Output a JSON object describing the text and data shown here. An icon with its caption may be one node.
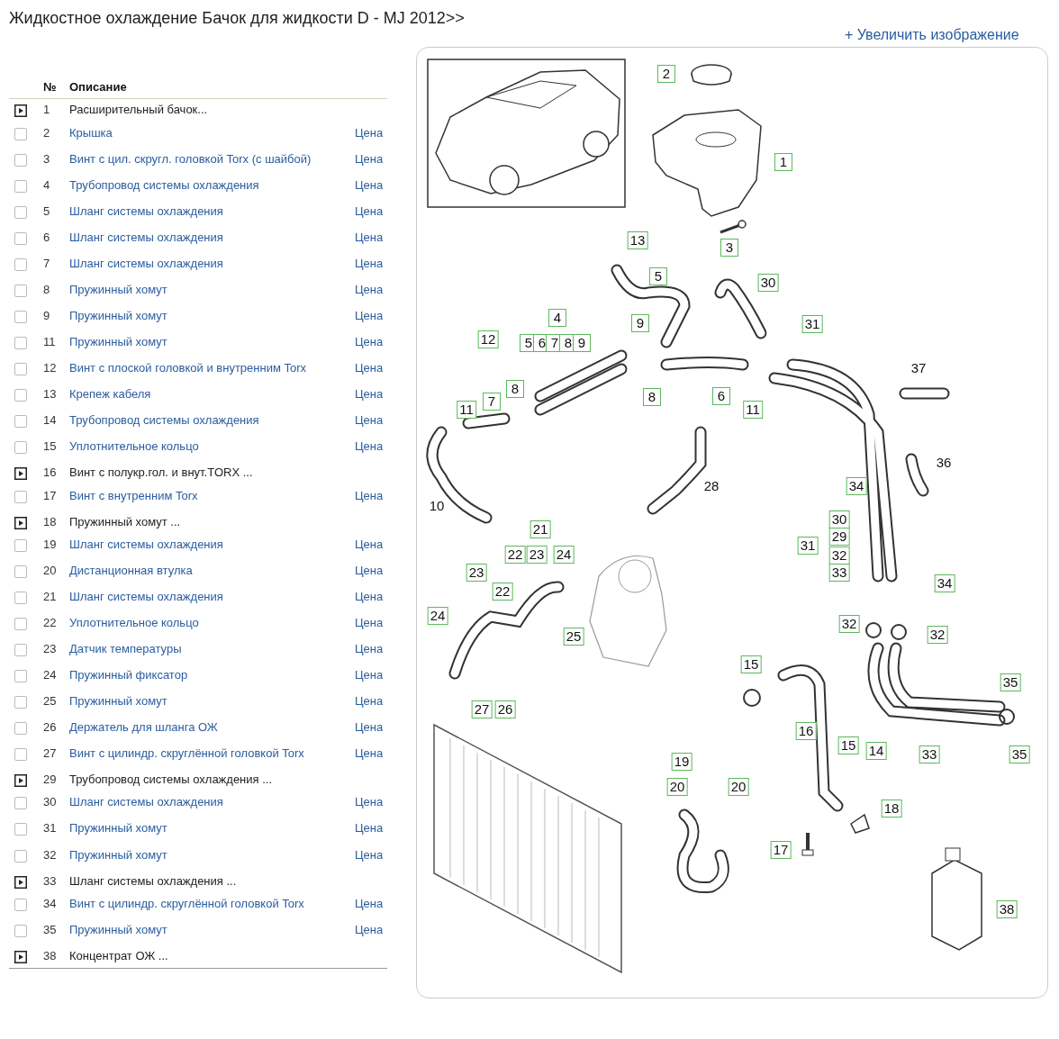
{
  "diagram": {
    "title": "Жидкостное охлаждение Бачок для жидкости D - MJ 2012>>",
    "labels": [
      "+ Увеличить изображение",
      "№",
      "Описание",
      "1",
      "Расширительный бачок...",
      "2",
      "Крышка",
      "Цена",
      "3",
      "Винт с цил. скругл. головкой Torx (с шайбой)",
      "Цена",
      "4",
      "Трубопровод системы охлаждения",
      "Цена",
      "5",
      "Шланг системы охлаждения",
      "Цена",
      "6",
      "Шланг системы охлаждения",
      "Цена",
      "7",
      "Шланг системы охлаждения",
      "Цена",
      "8",
      "Пружинный хомут",
      "Цена",
      "9",
      "Пружинный хомут",
      "Цена",
      "11",
      "Пружинный хомут",
      "Цена",
      "12",
      "Винт с плоской головкой и внутренним Torx",
      "Цена",
      "13",
      "Крепеж кабеля",
      "Цена",
      "14",
      "Трубопровод системы охлаждения",
      "Цена",
      "15",
      "Уплотнительное кольцо",
      "Цена",
      "16",
      "Винт с полукр.гол. и внут.TORX ...",
      "17",
      "Винт с внутренним Torx",
      "Цена",
      "18",
      "Пружинный хомут ...",
      "19",
      "Шланг системы охлаждения",
      "Цена",
      "20",
      "Дистанционная втулка",
      "Цена",
      "21",
      "Шланг системы охлаждения",
      "Цена",
      "22",
      "Уплотнительное кольцо",
      "Цена",
      "23",
      "Датчик температуры",
      "Цена",
      "24",
      "Пружинный фиксатор",
      "Цена",
      "25",
      "Пружинный хомут",
      "Цена",
      "26",
      "Держатель для шланга ОЖ",
      "Цена",
      "27",
      "Винт с цилиндр. скруглённой головкой Torx",
      "Цена",
      "29",
      "Трубопровод системы охлаждения ...",
      "30",
      "Шланг системы охлаждения",
      "Цена",
      "31",
      "Пружинный хомут",
      "Цена",
      "32",
      "Пружинный хомут",
      "Цена",
      "33",
      "Шланг системы охлаждения ...",
      "34",
      "Винт с цилиндр. скруглённой головкой Torx",
      "Цена",
      "35",
      "Пружинный хомут",
      "Цена",
      "38",
      "Концентрат ОЖ ...",
      "2",
      "1",
      "13",
      "3",
      "5",
      "30",
      "4",
      "9",
      "31",
      "12",
      "5",
      "6",
      "7",
      "8",
      "9",
      "37",
      "8",
      "7",
      "8",
      "6",
      "11",
      "11",
      "36",
      "28",
      "34",
      "10",
      "30",
      "21",
      "31",
      "29",
      "22",
      "23",
      "24",
      "32",
      "23",
      "33",
      "34",
      "22",
      "24",
      "32",
      "25",
      "32",
      "15",
      "35",
      "27",
      "26",
      "16",
      "15",
      "14",
      "33",
      "35",
      "19",
      "20",
      "20",
      "18",
      "17",
      "38"
    ]
  }
}
